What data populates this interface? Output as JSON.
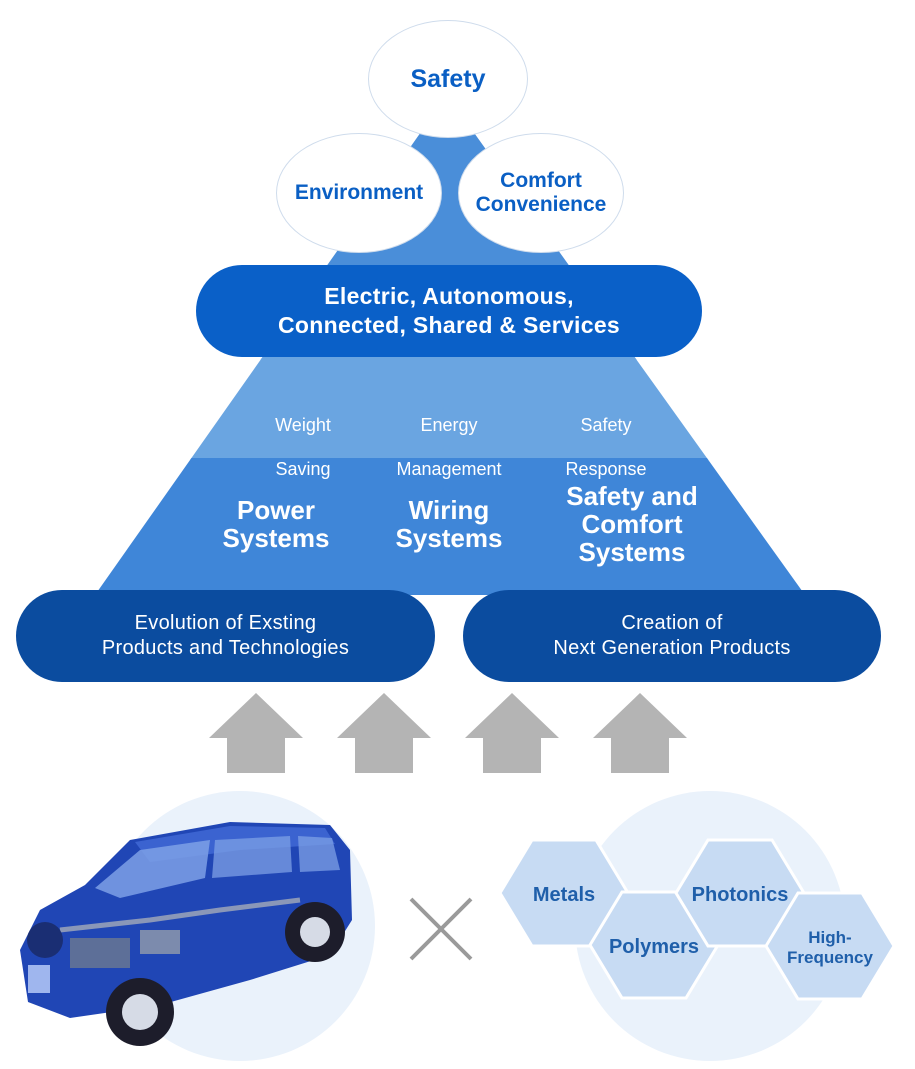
{
  "colors": {
    "bubble_text": "#0a5fc4",
    "pyramid_top": "#4a8ed9",
    "pyramid_mid": "#6aa5e1",
    "pyramid_bottom": "#3f86d8",
    "pill_primary": "#0a60c8",
    "pill_dark": "#0b4c9f",
    "arrow": "#b4b4b4",
    "hex_fill": "#c7dbf3",
    "hex_text": "#1f5faa",
    "circle_bg": "#eaf2fb",
    "car": "#2046b5"
  },
  "values": {
    "safety": "Safety",
    "environment": "Environment",
    "comfort_line1": "Comfort",
    "comfort_line2": "Convenience"
  },
  "core_band": {
    "line1": "Electric, Autonomous,",
    "line2": "Connected, Shared & Services"
  },
  "technologies": [
    {
      "line1": "Weight",
      "line2": "Saving"
    },
    {
      "line1": "Energy",
      "line2": "Management"
    },
    {
      "line1": "Safety",
      "line2": "Response"
    }
  ],
  "systems": [
    {
      "text": "Power\nSystems"
    },
    {
      "text": "Wiring\nSystems"
    },
    {
      "text": "Safety and\nComfort\nSystems"
    }
  ],
  "foundations": {
    "left": {
      "line1": "Evolution of Exsting",
      "line2": "Products and Technologies"
    },
    "right": {
      "line1": "Creation of",
      "line2": "Next Generation Products"
    }
  },
  "materials": [
    {
      "label": "Metals"
    },
    {
      "label": "Polymers"
    },
    {
      "label": "Photonics"
    },
    {
      "label": "High-\nFrequency"
    }
  ],
  "icons": {
    "times": "times-icon",
    "arrow": "up-arrow-icon",
    "car": "car-illustration"
  }
}
